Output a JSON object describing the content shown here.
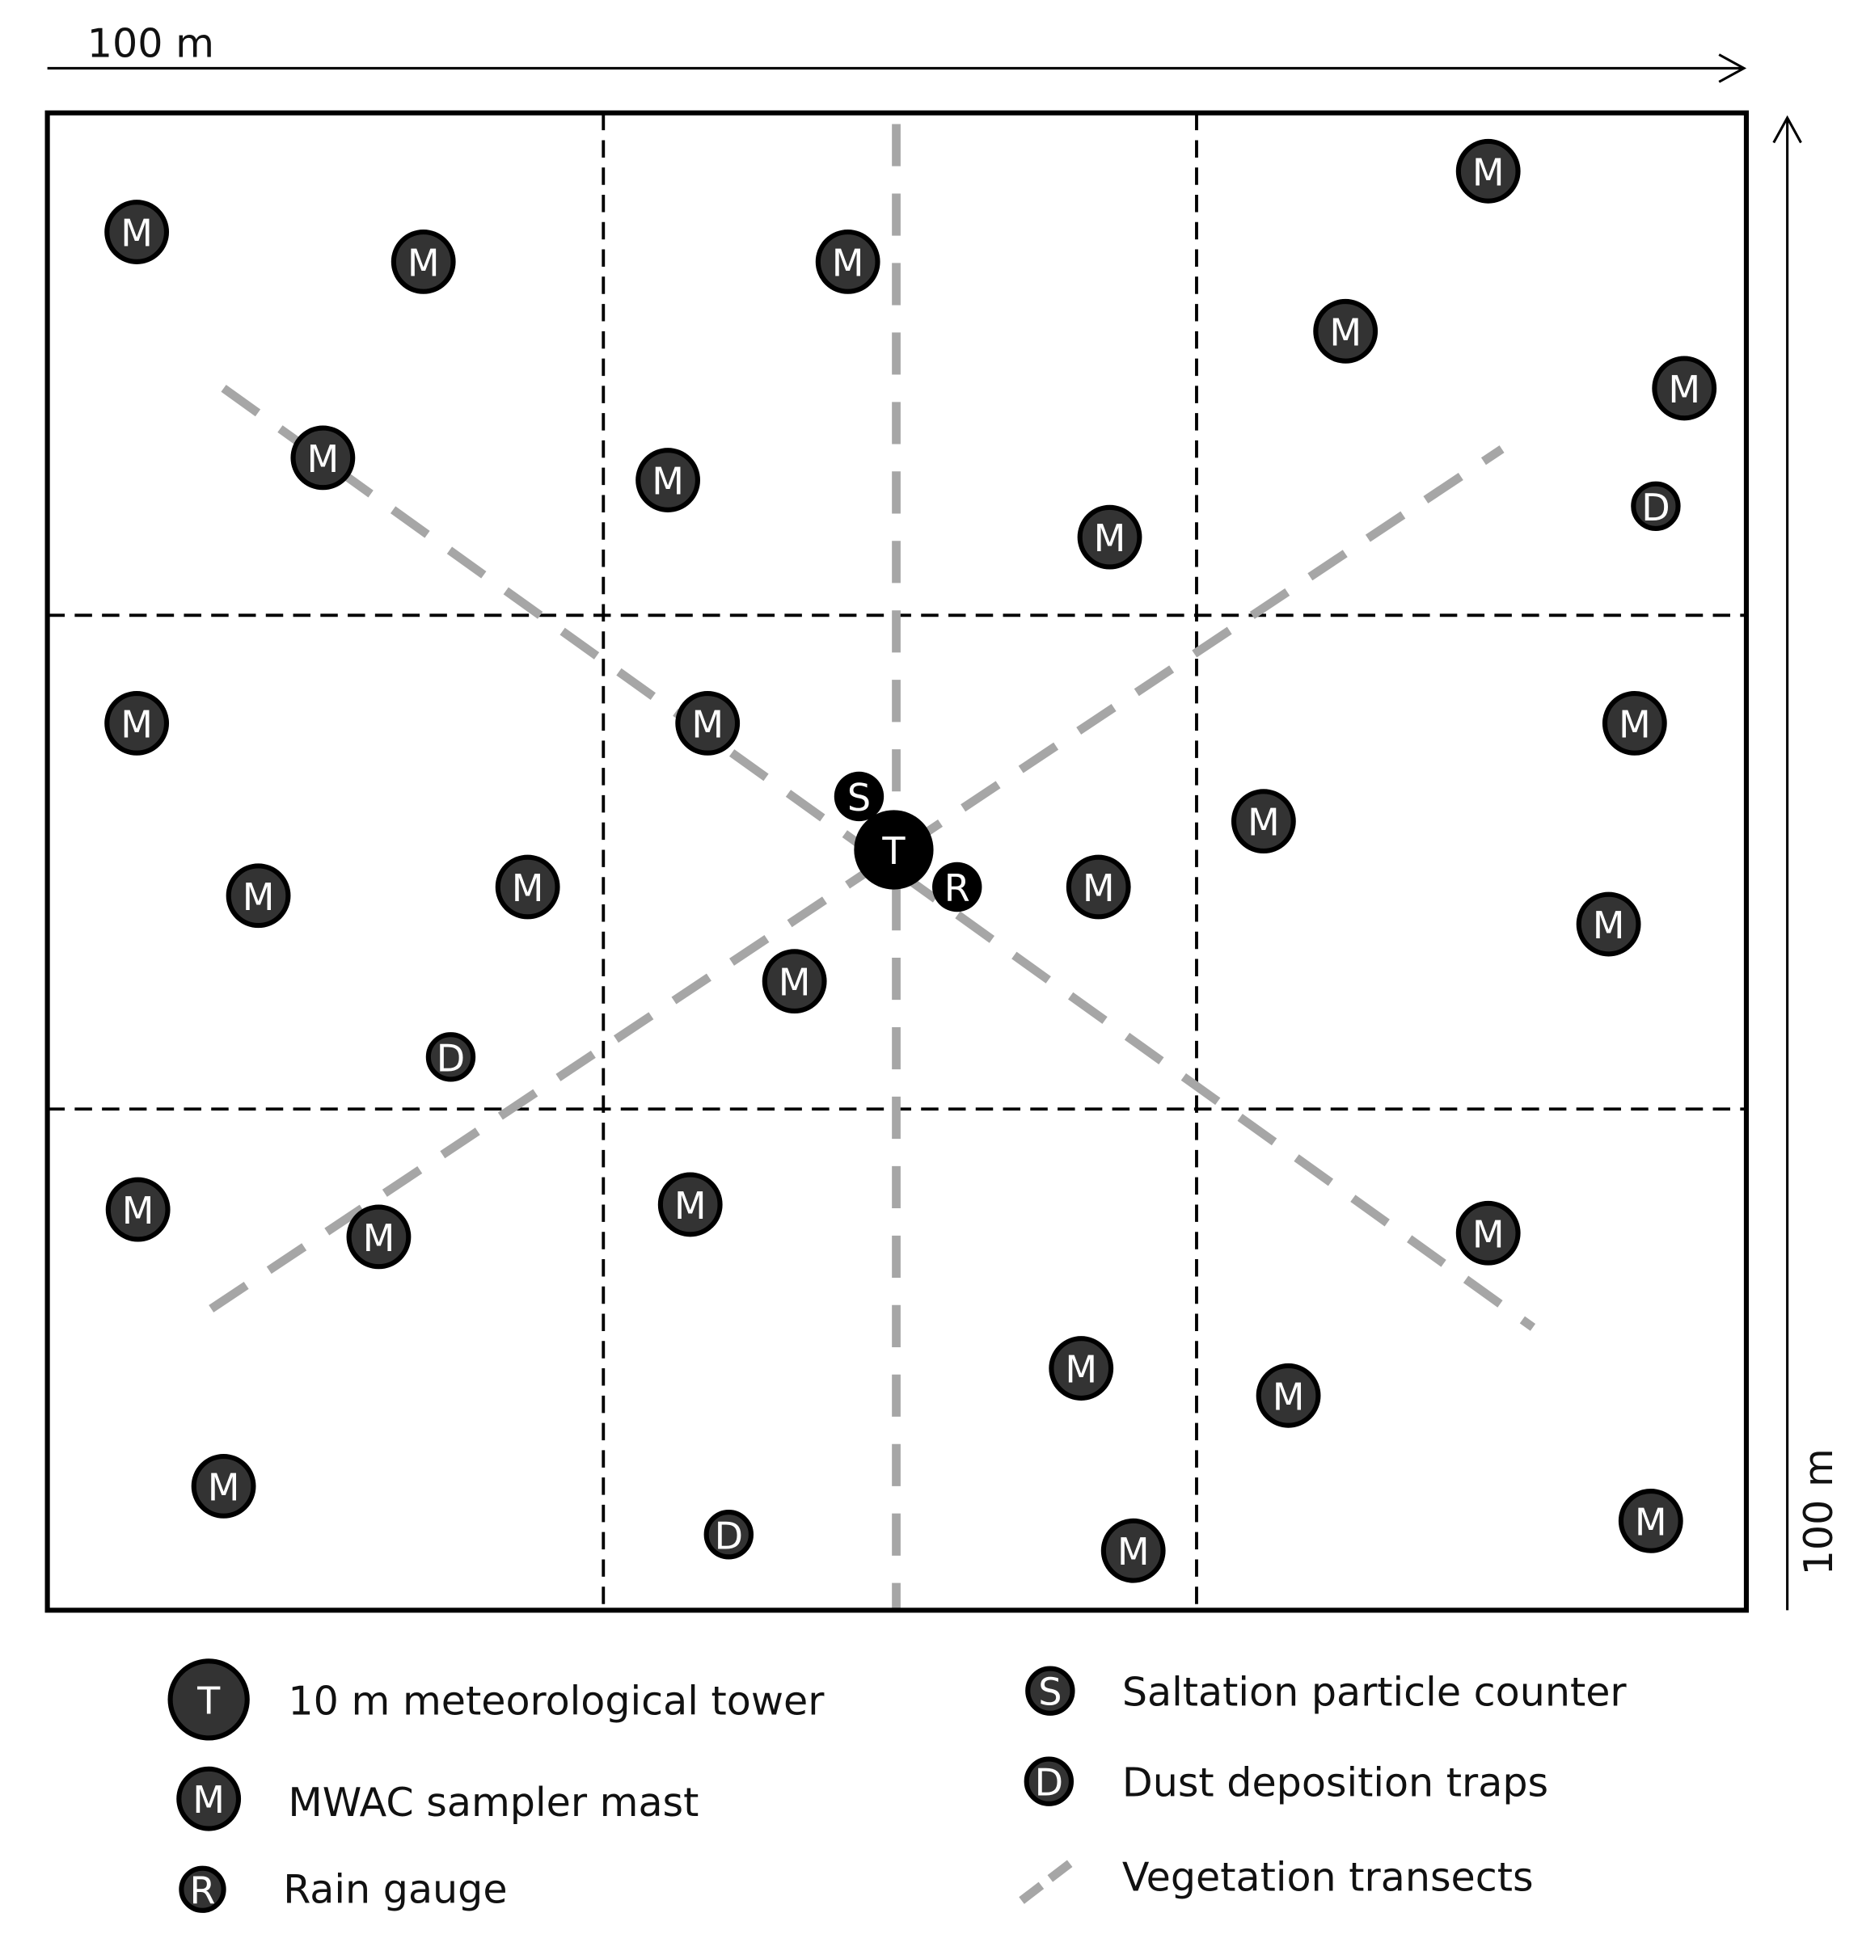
{
  "scale": {
    "horizontal_label": "100 m",
    "vertical_label": "100 m"
  },
  "markers": {
    "tower": "T",
    "mwac": "M",
    "rain": "R",
    "saltation": "S",
    "dust": "D"
  },
  "legend": [
    {
      "symbol": "T",
      "label": "10 m meteorological tower"
    },
    {
      "symbol": "M",
      "label": "MWAC sampler mast"
    },
    {
      "symbol": "R",
      "label": "Rain gauge"
    },
    {
      "symbol": "S",
      "label": "Saltation particle counter"
    },
    {
      "symbol": "D",
      "label": "Dust deposition traps"
    },
    {
      "symbol": "dash",
      "label": "Vegetation transects"
    }
  ],
  "colors": {
    "marker_fill": "#333333",
    "center_fill": "#000000",
    "transect": "#a6a6a6"
  }
}
